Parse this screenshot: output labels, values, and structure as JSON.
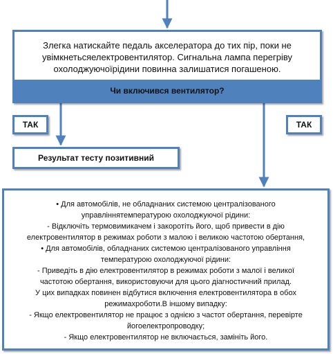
{
  "main_box": {
    "text": "Злегка натискайте педаль акселератора до тих пір, поки не увімкнетьсяелектровентилятор. Сигнальна лампа перегріву охолоджуючоїрідини повинна залишатися погашеною."
  },
  "question": "Чи включився вентилятор?",
  "branches": {
    "left_label": "ТАК",
    "right_label": "ТАК"
  },
  "result": "Результат тесту позитивний",
  "info": {
    "lines": [
      "• Для автомобілів, не обладнаних системою централізованого",
      "управліннятемпературою охолоджуючої рідини:",
      "- Відключіть термовимикачем і закоротіть його, щоб привести в дію",
      "електровентилятор в режимах роботи з малою і великою частотою обертання,",
      "• Для автомобілів, обладнаних системою централізованого управління",
      "температурою охолоджуючої рідини:",
      "- Приведіть в дію електровентилятор в режимах роботи з малої і великої",
      "частотою обертання, використовуючи для цього діагностичний прилад.",
      "У цих випадках повинен відбутися включення електровентилятора в обох",
      "режимахроботи.В іншому випадку:",
      "- Якщо електровентилятор не працює з однією з частот обертання, перевірте",
      "йогоелектропроводку;",
      "- Якщо електровентилятор не включається, замініть його."
    ]
  },
  "colors": {
    "accent": "#4f81bd"
  }
}
